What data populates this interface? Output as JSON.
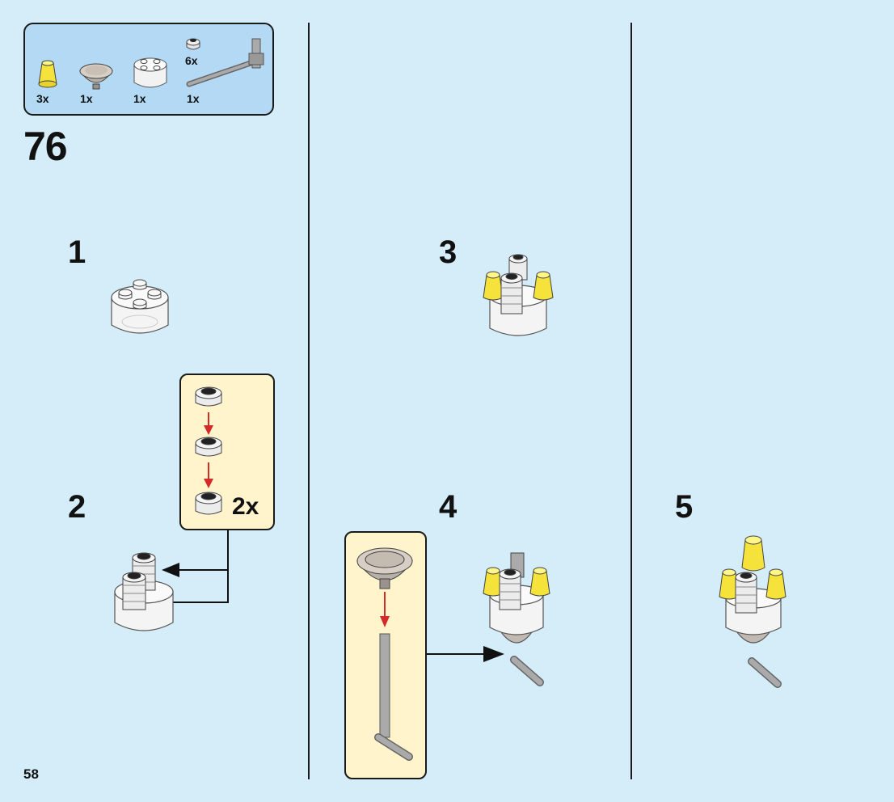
{
  "parts_list": [
    {
      "qty": "3x",
      "icon": "yellow-cone-icon"
    },
    {
      "qty": "1x",
      "icon": "dish-icon"
    },
    {
      "qty": "1x",
      "icon": "round-brick-icon"
    },
    {
      "qty": "6x",
      "icon": "round-plate-icon"
    },
    {
      "qty": "1x",
      "icon": "bar-connector-icon"
    }
  ],
  "main_step": "76",
  "sub_steps": [
    "1",
    "2",
    "3",
    "4",
    "5"
  ],
  "callout_multiplier": "2x",
  "page_number": "58",
  "colors": {
    "background": "#d5ecf9",
    "parts_box": "#b3d9f4",
    "callout": "#fff4cc",
    "arrow_red": "#d42a2a",
    "yellow": "#f5e23a",
    "grey": "#a8a8a8"
  }
}
